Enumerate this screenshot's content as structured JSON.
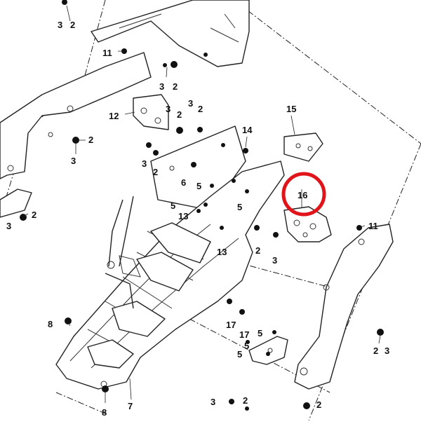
{
  "highlight": {
    "label": "16",
    "color": "#e0141a"
  },
  "callouts": [
    {
      "id": "a1",
      "text": "3"
    },
    {
      "id": "a2",
      "text": "2"
    },
    {
      "id": "b1",
      "text": "11"
    },
    {
      "id": "c1",
      "text": "3"
    },
    {
      "id": "c2",
      "text": "2"
    },
    {
      "id": "d1",
      "text": "12"
    },
    {
      "id": "e1",
      "text": "3"
    },
    {
      "id": "e2",
      "text": "2"
    },
    {
      "id": "e3",
      "text": "3"
    },
    {
      "id": "e4",
      "text": "2"
    },
    {
      "id": "f1",
      "text": "2"
    },
    {
      "id": "f2",
      "text": "3"
    },
    {
      "id": "g1",
      "text": "14"
    },
    {
      "id": "g2",
      "text": "15"
    },
    {
      "id": "h1",
      "text": "3"
    },
    {
      "id": "h2",
      "text": "2"
    },
    {
      "id": "i1",
      "text": "6"
    },
    {
      "id": "i2",
      "text": "5"
    },
    {
      "id": "j1",
      "text": "5"
    },
    {
      "id": "j2",
      "text": "13"
    },
    {
      "id": "j3",
      "text": "5"
    },
    {
      "id": "k1",
      "text": "3"
    },
    {
      "id": "k2",
      "text": "2"
    },
    {
      "id": "l1",
      "text": "13"
    },
    {
      "id": "m1",
      "text": "2"
    },
    {
      "id": "m2",
      "text": "3"
    },
    {
      "id": "n1",
      "text": "11"
    },
    {
      "id": "o1",
      "text": "8"
    },
    {
      "id": "p1",
      "text": "17"
    },
    {
      "id": "p2",
      "text": "17"
    },
    {
      "id": "q1",
      "text": "5"
    },
    {
      "id": "q2",
      "text": "5"
    },
    {
      "id": "q3",
      "text": "5"
    },
    {
      "id": "r1",
      "text": "2"
    },
    {
      "id": "r2",
      "text": "3"
    },
    {
      "id": "s1",
      "text": "8"
    },
    {
      "id": "s2",
      "text": "7"
    },
    {
      "id": "t1",
      "text": "3"
    },
    {
      "id": "t2",
      "text": "2"
    },
    {
      "id": "t3",
      "text": "2"
    }
  ]
}
